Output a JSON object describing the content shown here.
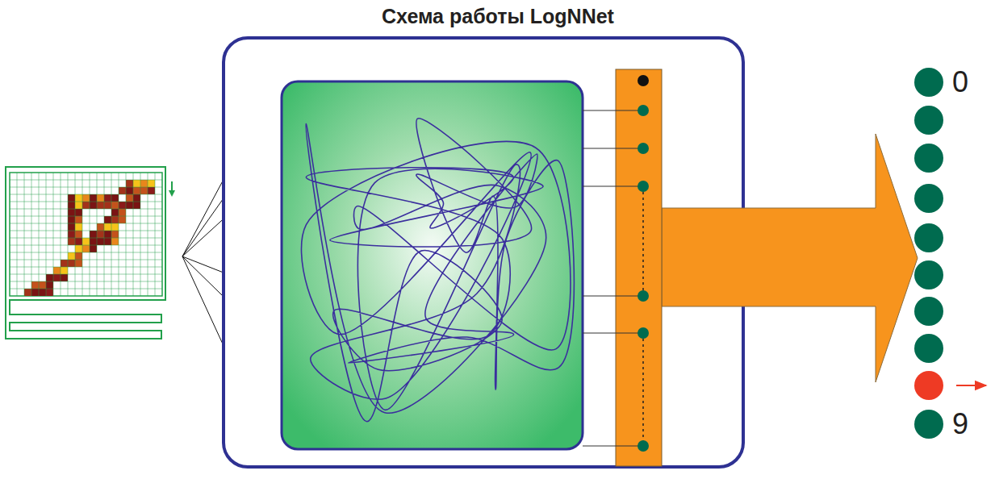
{
  "diagram": {
    "title": "Схема работы LogNNet",
    "labels": [
      "0",
      "9"
    ]
  }
}
